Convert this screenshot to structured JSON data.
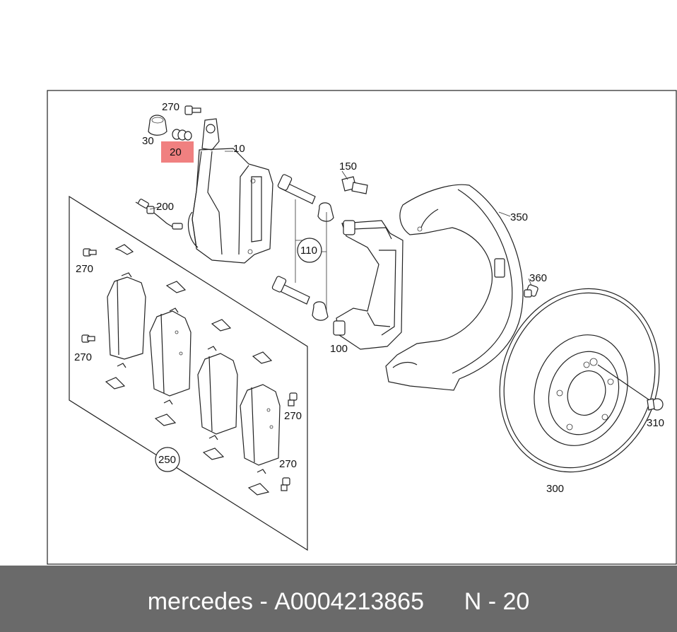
{
  "callouts": {
    "c10": "10",
    "c20": "20",
    "c30": "30",
    "c100": "100",
    "c110": "110",
    "c150": "150",
    "c200": "200",
    "c250": "250",
    "c270a": "270",
    "c270b": "270",
    "c270c": "270",
    "c270d": "270",
    "c270e": "270",
    "c300": "300",
    "c310": "310",
    "c350": "350",
    "c360": "360"
  },
  "highlight_color": "#f08080",
  "footer": {
    "brand": "mercedes",
    "separator": " - ",
    "part_number": "A0004213865",
    "position_label": "N - 20"
  }
}
